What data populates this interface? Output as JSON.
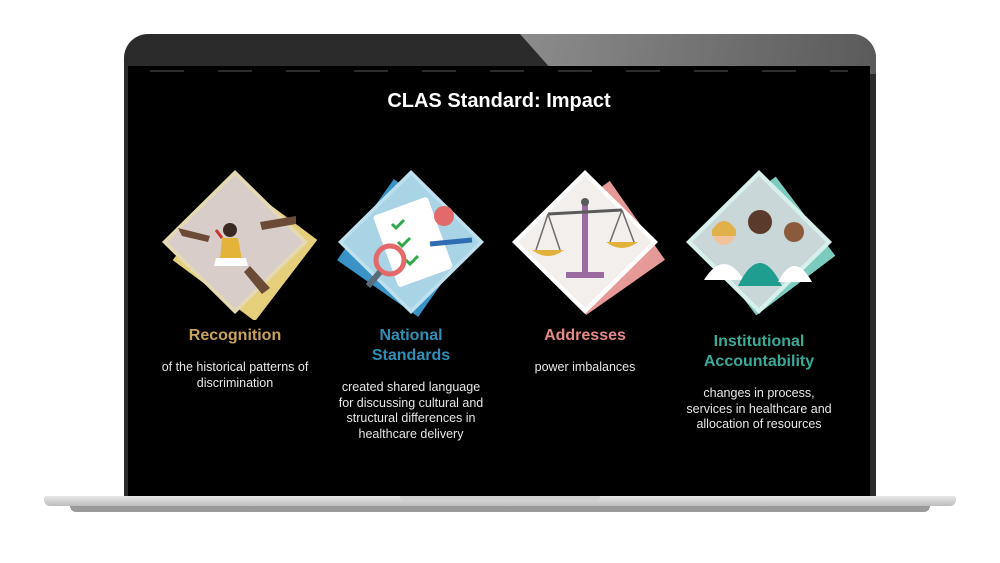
{
  "slide": {
    "title": "CLAS Standard: Impact"
  },
  "cards": [
    {
      "heading": "Recognition",
      "description": "of the historical patterns of discrimination",
      "color": "#c9a25a",
      "back_color": "#e6cf7a",
      "frame_color": "#e4d9b3",
      "illustration": "person-pointed-at-icon"
    },
    {
      "heading": "National Standards",
      "description": "created shared language for discussing cultural and structural differences in healthcare delivery",
      "color": "#2f8fb8",
      "back_color": "#3a93c7",
      "frame_color": "#bfe0ee",
      "illustration": "checklist-magnifier-icon"
    },
    {
      "heading": "Addresses",
      "description": "power imbalances",
      "color": "#e58a86",
      "back_color": "#e59a98",
      "frame_color": "#ffffff",
      "illustration": "balance-scale-icon"
    },
    {
      "heading": "Institutional Accountability",
      "description": "changes in process, services in healthcare and allocation of resources",
      "color": "#3aaa98",
      "back_color": "#7ccbbf",
      "frame_color": "#d7f0eb",
      "illustration": "healthcare-workers-icon"
    }
  ]
}
